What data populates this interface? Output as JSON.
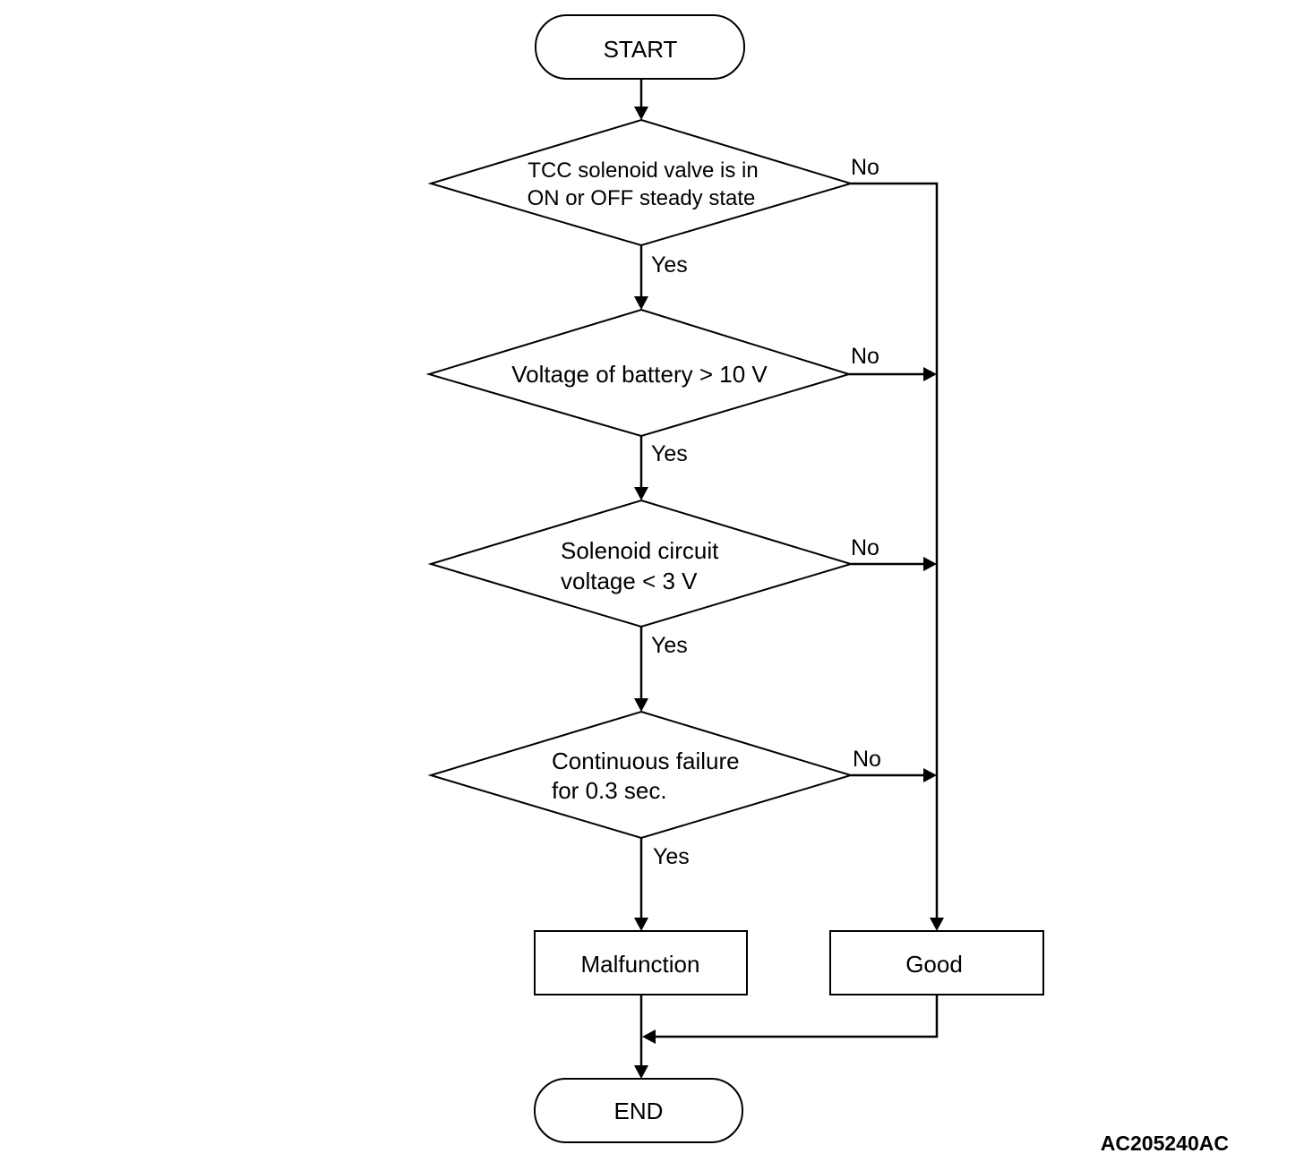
{
  "flowchart": {
    "start": "START",
    "decisions": [
      {
        "lines": [
          "TCC solenoid valve is in",
          "ON or OFF steady state"
        ],
        "yes": "Yes",
        "no": "No"
      },
      {
        "lines": [
          "Voltage of battery > 10 V"
        ],
        "yes": "Yes",
        "no": "No"
      },
      {
        "lines": [
          "Solenoid circuit",
          "voltage < 3 V"
        ],
        "yes": "Yes",
        "no": "No"
      },
      {
        "lines": [
          "Continuous failure",
          "for 0.3 sec."
        ],
        "yes": "Yes",
        "no": "No"
      }
    ],
    "malfunction": "Malfunction",
    "good": "Good",
    "end": "END"
  },
  "figure_code": "AC205240AC"
}
